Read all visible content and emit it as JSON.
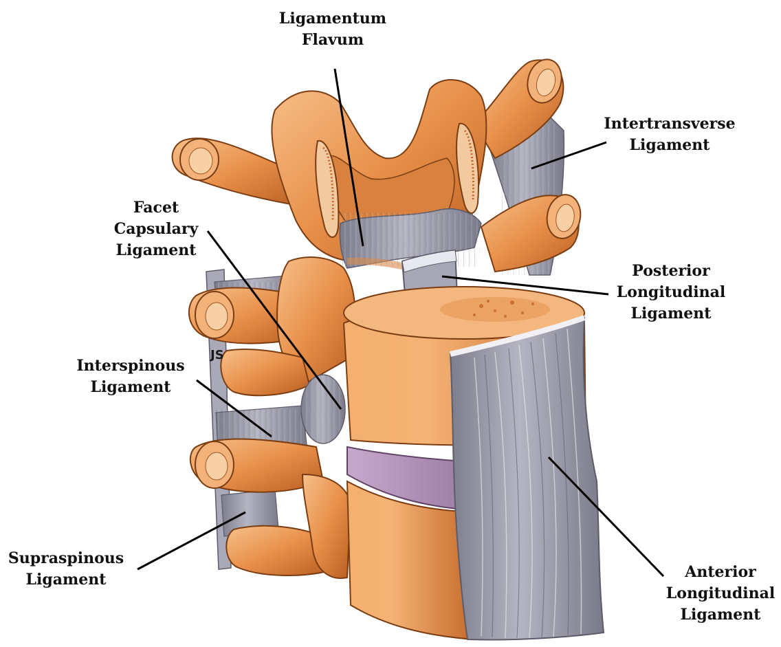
{
  "labels": {
    "ligamentum_flavum": [
      "Ligamentum",
      "Flavum"
    ],
    "intertransverse": [
      "Intertransverse",
      "Ligament"
    ],
    "facet_capsulary": [
      "Facet",
      "Capsulary",
      "Ligament"
    ],
    "posterior_longitudinal": [
      "Posterior",
      "Longitudinal",
      "Ligament"
    ],
    "interspinous": [
      "Interspinous",
      "Ligament"
    ],
    "supraspinous": [
      "Supraspinous",
      "Ligament"
    ],
    "anterior_longitudinal": [
      "Anterior",
      "Longitudinal",
      "Ligament"
    ]
  },
  "artist_mark": "JS",
  "colors": {
    "bone": "#e8904a",
    "bone_light": "#f5b57a",
    "bone_dark": "#b85e22",
    "ligament": "#8f8f9e",
    "ligament_light": "#c9c9d3",
    "disc": "#b392b8",
    "leader": "#000000"
  }
}
